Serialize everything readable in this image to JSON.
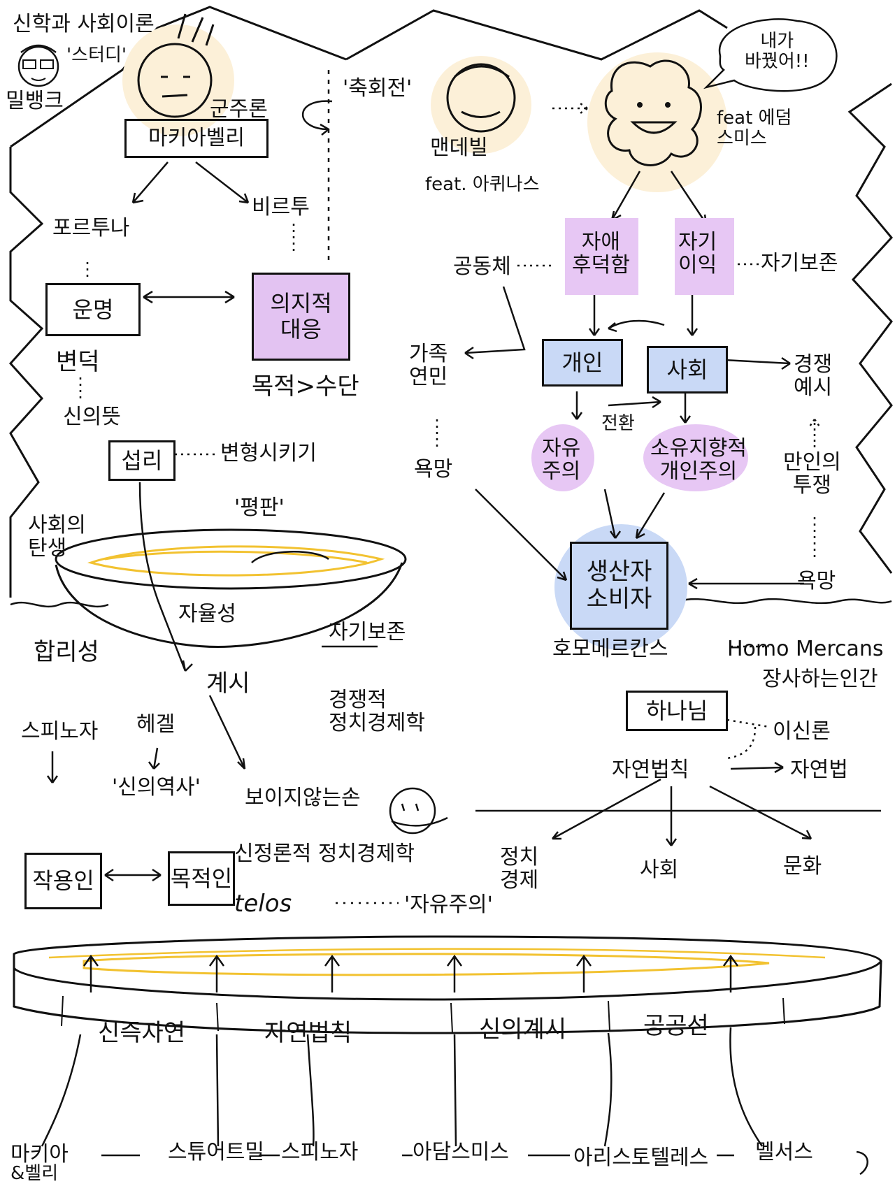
{
  "header": {
    "title": "신학과 사회이론",
    "subtitle": "'스터디'",
    "author": "밀뱅크"
  },
  "left_top": {
    "mini_label": "군주론",
    "machiavelli": "마키아벨리",
    "rotation": "'축회전'",
    "fortuna": "포르투나",
    "virtu": "비르투",
    "fate": "운명",
    "active_response": "의지적\n대응",
    "fickle": "변덕",
    "ends_means": "목적>수단",
    "divine": "신의뜻",
    "providence": "섭리",
    "transform": "변형시키기",
    "plate": "'평판'",
    "social_birth": "사회의\n탄생",
    "autonomy": "자율성"
  },
  "right_top": {
    "mandeville": "맨데빌",
    "mandeville_feat": "feat. 아퀴나스",
    "smith_bubble": "내가\n바꿨어!!",
    "smith_feat": "feat 에덤\n스미스",
    "community": "공동체",
    "self_love": "자애\n후덕함",
    "self_interest": "자기\n이익",
    "self_preservation": "자기보존",
    "individual": "개인",
    "society": "사회",
    "competition": "경쟁\n예시",
    "family_sympathy": "가족\n연민",
    "shift": "전환",
    "liberalism": "자유\n주의",
    "possessive": "소유지향적\n개인주의",
    "struggle": "만인의\n투쟁",
    "desire_left": "욕망",
    "desire_right": "욕망",
    "producer_consumer": "생산자\n소비자",
    "homo_ko": "호모메르칸스",
    "homo_en": "Homo Mercans",
    "homo_def": "장사하는인간"
  },
  "bottom": {
    "rationality": "합리성",
    "self_pres": "자기보존",
    "revelation": "계시",
    "competitive_pe": "경쟁적\n정치경제학",
    "spinoza": "스피노자",
    "hegel": "헤겔",
    "divine_history": "'신의역사'",
    "invisible_hand": "보이지않는손",
    "theo_pe": "신정론적 정치경제학",
    "efficient": "작용인",
    "final": "목적인",
    "telos": "telos",
    "liberalism_q": "'자유주의'",
    "god": "하나님",
    "deism": "이신론",
    "natural_law": "자연법칙",
    "nature_law": "자연법",
    "politics": "정치\n경제",
    "society": "사회",
    "culture": "문화"
  },
  "platform": {
    "segments": [
      "신즉자연",
      "자연법칙",
      "신의계시",
      "공공선"
    ]
  },
  "lineage": {
    "items": [
      "마키아",
      "스튜어트밀",
      "스피노자",
      "아담스미스",
      "아리스토텔레스",
      "멜서스"
    ],
    "tail": "&벨리"
  },
  "colors": {
    "ink": "#111111",
    "blue": "#c9d9f6",
    "purple": "#e3c3f2",
    "yellow": "#f2c230",
    "skin": "#fcf0d8"
  }
}
